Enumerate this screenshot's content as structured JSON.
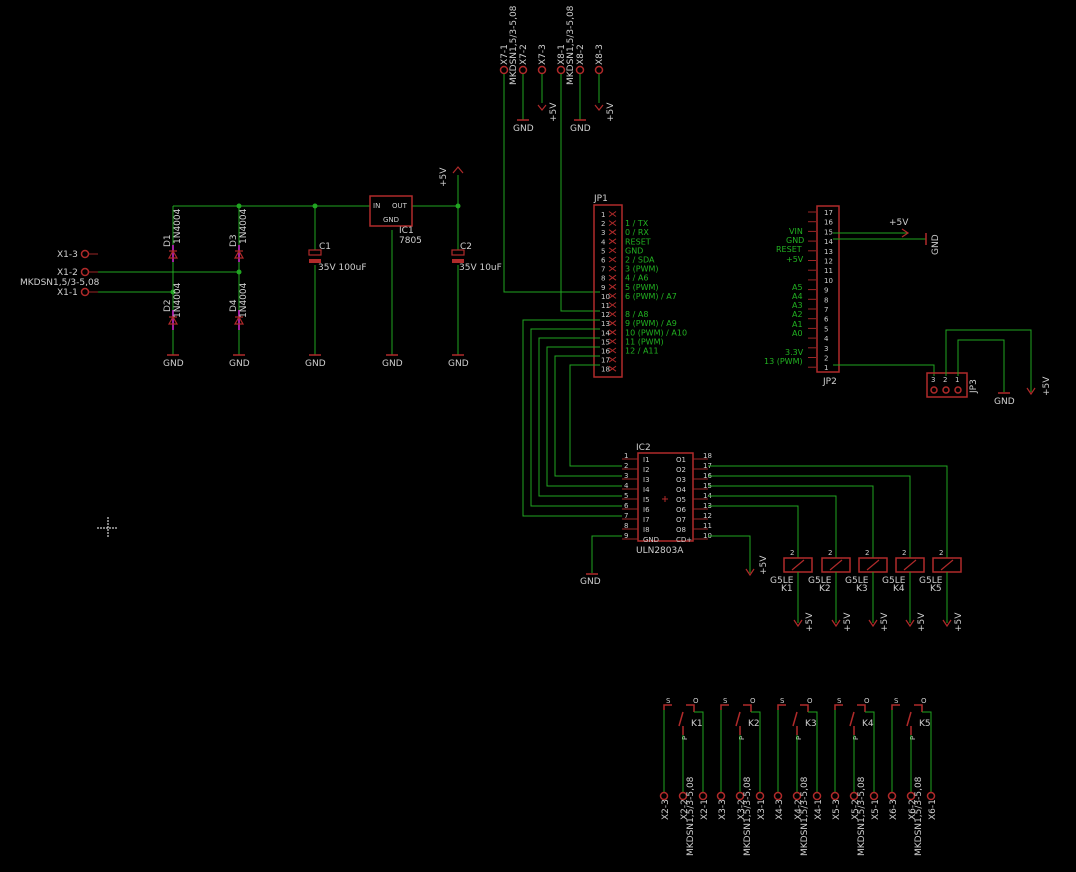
{
  "colors": {
    "background": "#000000",
    "net": "#21a521",
    "symbol": "#b02a2a",
    "label": "#cfcfcf",
    "pin_label": "#21b121"
  },
  "supply": {
    "vcc": "+5V",
    "gnd": "GND"
  },
  "terminal_type": "MKDSN1,5/3-5,08",
  "x1_terminals": [
    "X1-3",
    "X1-2",
    "X1-1"
  ],
  "x1_type": "MKDSN1,5/3-5,08",
  "x7_terminals": [
    "X7-1",
    "X7-2",
    "X7-3"
  ],
  "x8_terminals": [
    "X8-1",
    "X8-2",
    "X8-3"
  ],
  "diodes": [
    {
      "name": "D1",
      "value": "1N4004"
    },
    {
      "name": "D2",
      "value": "1N4004"
    },
    {
      "name": "D3",
      "value": "1N4004"
    },
    {
      "name": "D4",
      "value": "1N4004"
    }
  ],
  "regulator": {
    "name": "IC1",
    "value": "7805",
    "pin_in": "IN",
    "pin_out": "OUT",
    "pin_gnd": "GND"
  },
  "capacitors": [
    {
      "name": "C1",
      "value": "35V 100uF"
    },
    {
      "name": "C2",
      "value": "35V 10uF"
    }
  ],
  "jp1": {
    "name": "JP1",
    "pin_numbers": [
      "1",
      "2",
      "3",
      "4",
      "5",
      "6",
      "7",
      "8",
      "9",
      "10",
      "11",
      "12",
      "13",
      "14",
      "15",
      "16",
      "17",
      "18"
    ],
    "signals": [
      "1 / TX",
      "0 / RX",
      "RESET",
      "GND",
      "2 / SDA",
      "3 (PWM)",
      "4 / A6",
      "5 (PWM)",
      "6 (PWM) / A7",
      "",
      "8 / A8",
      "9 (PWM) / A9",
      "10 (PWM) / A10",
      "11 (PWM)",
      "12 / A11"
    ]
  },
  "jp2": {
    "name": "JP2",
    "pin_numbers": [
      "17",
      "16",
      "15",
      "14",
      "13",
      "12",
      "11",
      "10",
      "9",
      "8",
      "7",
      "6",
      "5",
      "4",
      "3",
      "2",
      "1"
    ],
    "signals": [
      "VIN",
      "GND",
      "RESET",
      "+5V",
      "A5",
      "A4",
      "A3",
      "A2",
      "A1",
      "A0",
      "3.3V",
      "13 (PWM)"
    ]
  },
  "jp3": {
    "name": "JP3",
    "pins": [
      "3",
      "2",
      "1"
    ]
  },
  "ic2": {
    "name": "IC2",
    "value": "ULN2803A",
    "left_pins": [
      "1",
      "2",
      "3",
      "4",
      "5",
      "6",
      "7",
      "8",
      "9"
    ],
    "left_names": [
      "I1",
      "I2",
      "I3",
      "I4",
      "I5",
      "I6",
      "I7",
      "I8",
      "GND"
    ],
    "right_pins": [
      "18",
      "17",
      "16",
      "15",
      "14",
      "13",
      "12",
      "11",
      "10"
    ],
    "right_names": [
      "O1",
      "O2",
      "O3",
      "O4",
      "O5",
      "O6",
      "O7",
      "O8",
      "CD+"
    ]
  },
  "relays": [
    {
      "name": "K1",
      "coil_type": "G5LE"
    },
    {
      "name": "K2",
      "coil_type": "G5LE"
    },
    {
      "name": "K3",
      "coil_type": "G5LE"
    },
    {
      "name": "K4",
      "coil_type": "G5LE"
    },
    {
      "name": "K5",
      "coil_type": "G5LE"
    }
  ],
  "relay_contacts": [
    {
      "name": "K1",
      "pin_s": "S",
      "pin_o": "O",
      "pin_p": "P"
    },
    {
      "name": "K2",
      "pin_s": "S",
      "pin_o": "O",
      "pin_p": "P"
    },
    {
      "name": "K3",
      "pin_s": "S",
      "pin_o": "O",
      "pin_p": "P"
    },
    {
      "name": "K4",
      "pin_s": "S",
      "pin_o": "O",
      "pin_p": "P"
    },
    {
      "name": "K5",
      "pin_s": "S",
      "pin_o": "O",
      "pin_p": "P"
    }
  ],
  "output_terminals": [
    [
      "X2-3",
      "X2-2",
      "X2-1"
    ],
    [
      "X3-3",
      "X3-2",
      "X3-1"
    ],
    [
      "X4-3",
      "X4-2",
      "X4-1"
    ],
    [
      "X5-3",
      "X5-2",
      "X5-1"
    ],
    [
      "X6-3",
      "X6-2",
      "X6-1"
    ]
  ]
}
